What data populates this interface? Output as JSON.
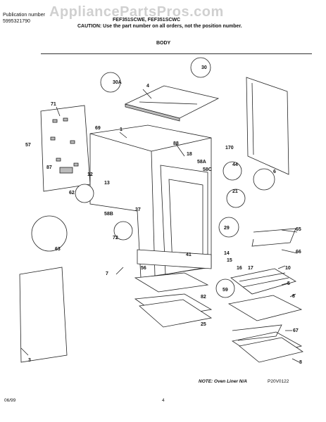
{
  "header": {
    "publication_label": "Publication number",
    "publication_number": "5995321790",
    "model_numbers": "FEF351SCWE, FEF351SCWC",
    "caution": "CAUTION: Use the part number on all orders, not the position number.",
    "section_title": "BODY",
    "watermark": "AppliancePartsPros.com"
  },
  "callouts": [
    "30A",
    "4",
    "30",
    "1",
    "71",
    "57",
    "87",
    "69",
    "88",
    "12",
    "18",
    "13",
    "58A",
    "58C",
    "44",
    "6",
    "21",
    "170",
    "62",
    "58B",
    "37",
    "72",
    "29",
    "65",
    "63",
    "41",
    "66",
    "7",
    "14",
    "15",
    "17",
    "16",
    "10",
    "56",
    "59",
    "5",
    "82",
    "3",
    "25",
    "8",
    "67",
    "8"
  ],
  "footer": {
    "note": "NOTE: Oven Liner N/A",
    "date": "06/99",
    "page": "4",
    "figure_code": "P20V0122"
  }
}
